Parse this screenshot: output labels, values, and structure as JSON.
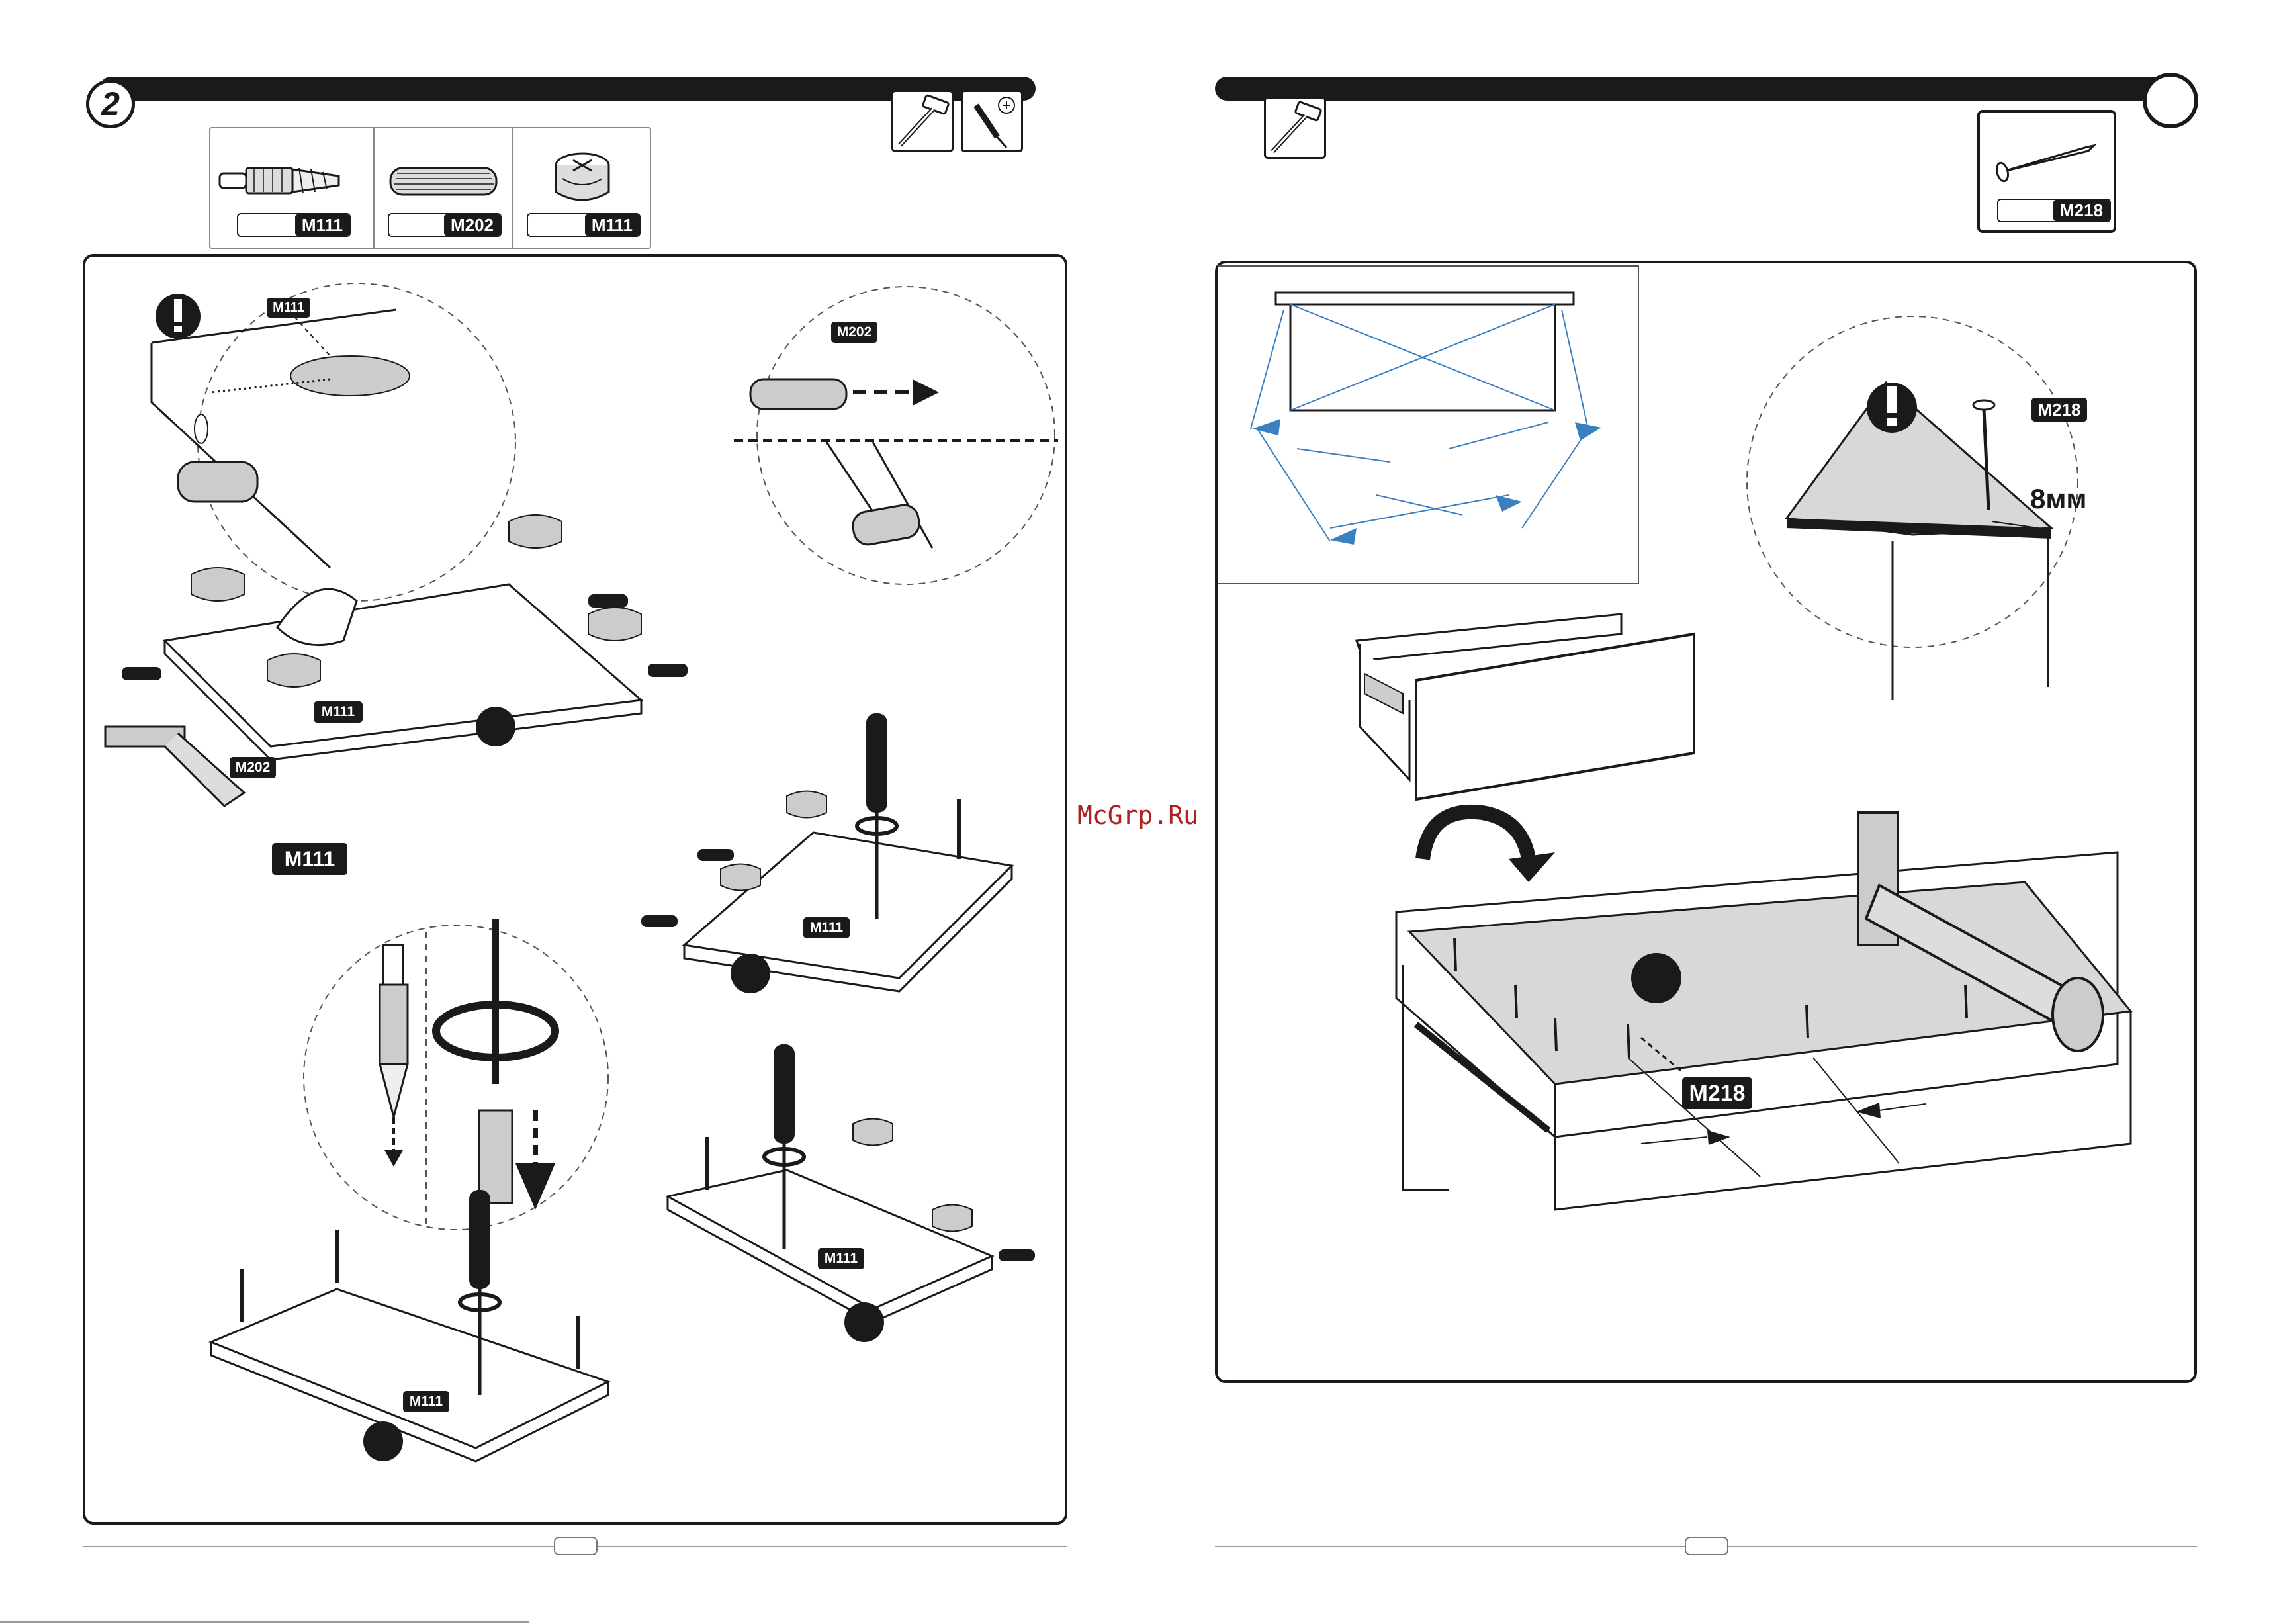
{
  "left_page": {
    "step_number": "2",
    "tools": [
      "hammer-icon",
      "screwdriver-icon"
    ],
    "parts": [
      {
        "name": "cam-bolt",
        "code": "M111"
      },
      {
        "name": "wooden-dowel",
        "code": "M202"
      },
      {
        "name": "cam-lock",
        "code": "M111"
      }
    ],
    "callouts": {
      "zoom_top_left_part": "M111",
      "zoom_top_right_part": "M202",
      "board1_cam": "M111",
      "board1_dowel": "M202",
      "zoom_mid_part": "M111",
      "board2_part": "M111",
      "board3_part": "M111",
      "board4_part": "M111"
    }
  },
  "right_page": {
    "tools": [
      "hammer-icon"
    ],
    "parts": [
      {
        "name": "nail",
        "code": "M218"
      }
    ],
    "callouts": {
      "zoom_nail_part": "M218",
      "nail_distance": "8мм",
      "drawer_part": "M218"
    }
  },
  "watermark": "McGrp.Ru",
  "colors": {
    "ink": "#1a1a1a",
    "diagonal_blue": "#3a7fc0",
    "panel_gray": "#d8d8d8"
  }
}
